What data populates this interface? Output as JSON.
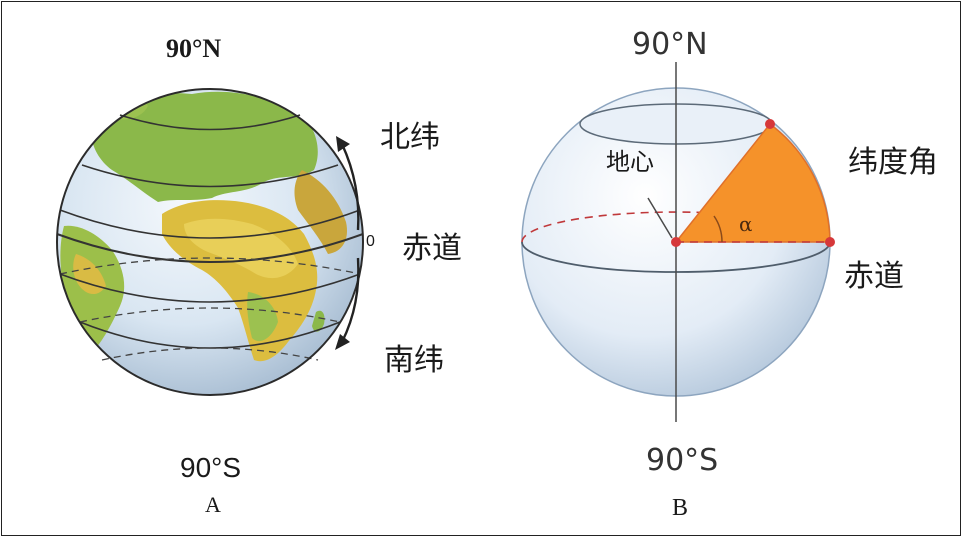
{
  "diagram_a": {
    "north_pole": "90°N",
    "south_pole": "90°S",
    "zero_mark": "0",
    "north_latitude": "北纬",
    "equator": "赤道",
    "south_latitude": "南纬",
    "caption": "A"
  },
  "diagram_b": {
    "north_pole": "90°N",
    "south_pole": "90°S",
    "earth_center": "地心",
    "latitude_angle": "纬度角",
    "angle_symbol": "α",
    "equator": "赤道",
    "caption": "B"
  },
  "colors": {
    "ocean": "#dce8f4",
    "land": "#8bb84a",
    "desert": "#e2c34a",
    "angle_fill": "#f5922a",
    "point": "#d6383a"
  }
}
